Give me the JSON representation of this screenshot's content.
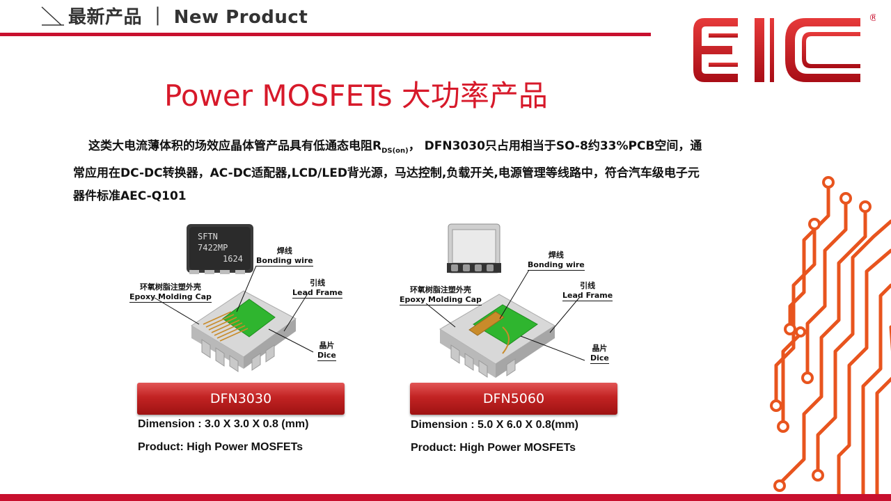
{
  "header": {
    "title": "最新产品 ｜ New Product"
  },
  "logo": {
    "text": "EIC",
    "registered": "®"
  },
  "main_title": "Power MOSFETs 大功率产品",
  "intro": {
    "part1": "这类大电流薄体积的场效应晶体管产品具有低通态电阻R",
    "sub": "DS(on)",
    "part2": "，  DFN3030只占用相当于SO-8约33%PCB空间，通常应用在DC-DC转换器，AC-DC适配器,LCD/LED背光源，马达控制,负载开关,电源管理等线路中，符合汽车级电子元器件标准AEC-Q101"
  },
  "chip1_marking": [
    "SFTN",
    "7422MP",
    "1624"
  ],
  "annotations": {
    "bonding_cn": "焊线",
    "bonding_en": "Bonding wire",
    "epoxy_cn": "环氧树脂注塑外壳",
    "epoxy_en": "Epoxy Molding Cap",
    "lead_cn": "引线",
    "lead_en": "Lead Frame",
    "dice_cn": "晶片",
    "dice_en": "Dice"
  },
  "packages": [
    {
      "name": "DFN3030",
      "dimension": "Dimension : 3.0 X 3.0 X 0.8 (mm)",
      "product": "Product: High Power MOSFETs"
    },
    {
      "name": "DFN5060",
      "dimension": "Dimension : 5.0 X 6.0 X 0.8(mm)",
      "product": "Product: High Power MOSFETs"
    }
  ],
  "colors": {
    "brand_red": "#c8102e",
    "title_red": "#d7192a",
    "circuit_orange": "#e8541e",
    "die_green": "#2fb52f"
  }
}
